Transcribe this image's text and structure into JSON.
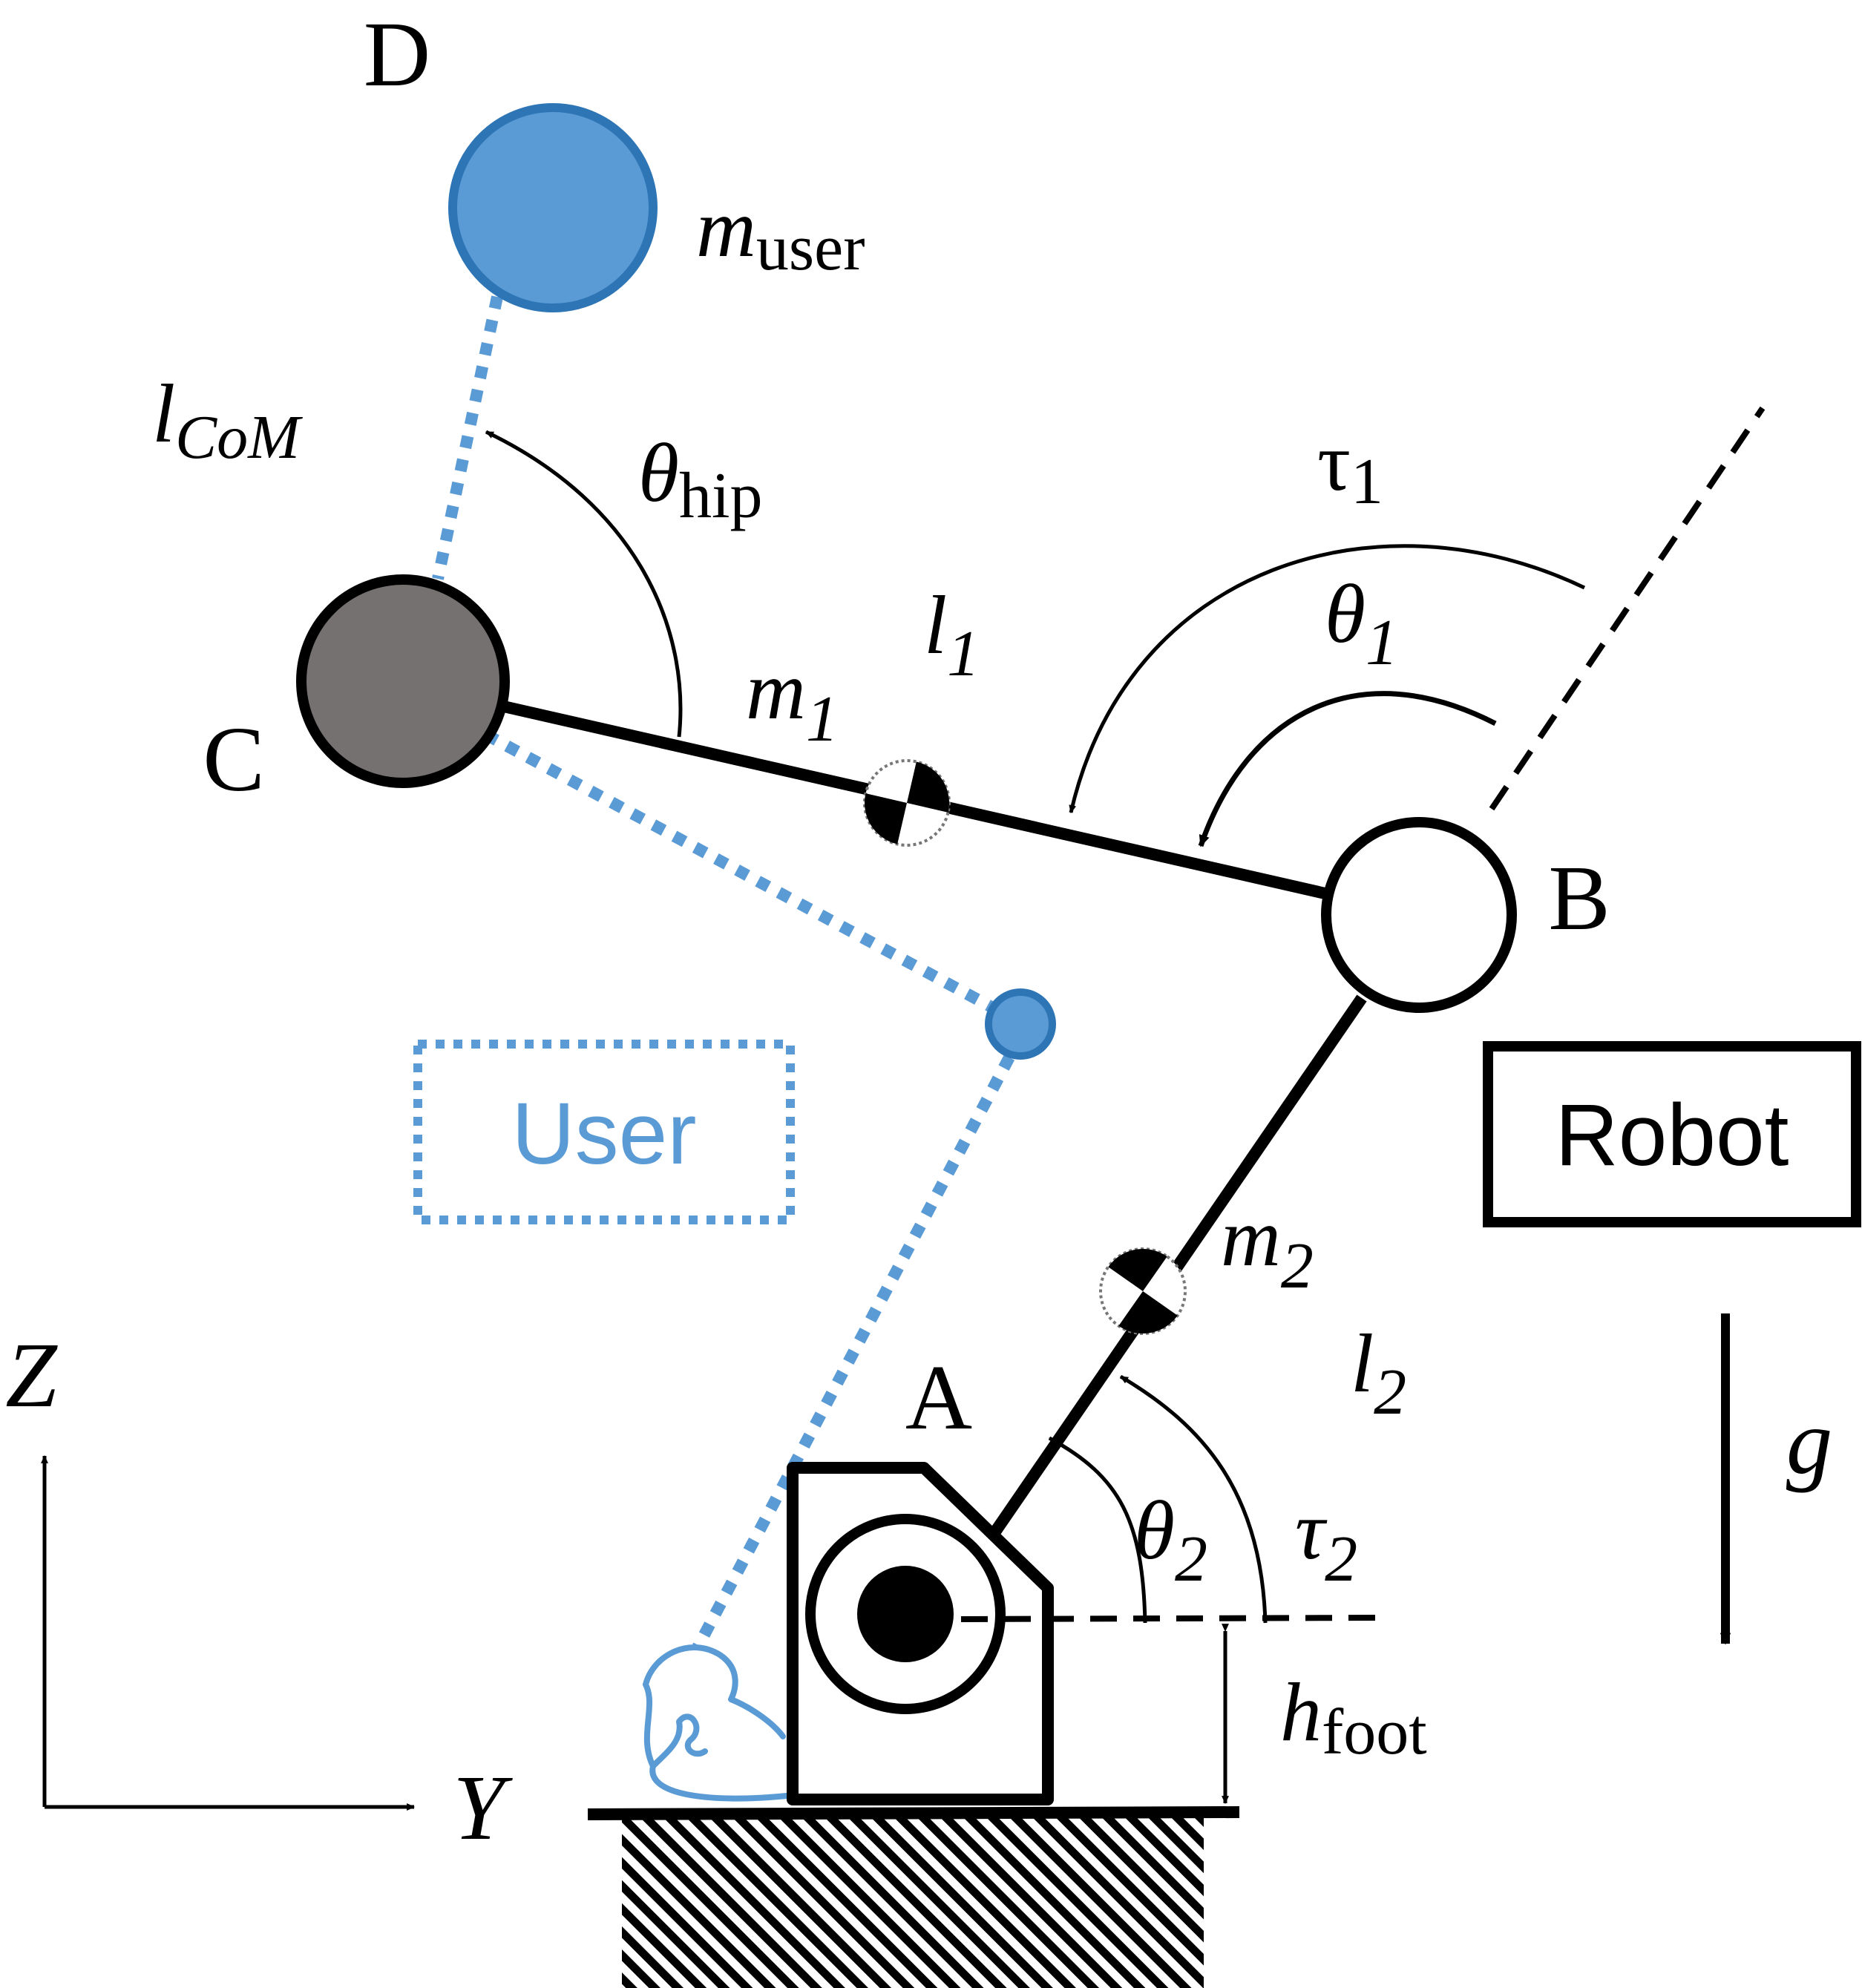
{
  "diagram": {
    "points": {
      "A": "A",
      "B": "B",
      "C": "C",
      "D": "D"
    },
    "labels": {
      "m_user": {
        "main": "m",
        "sub": "user"
      },
      "l_com": {
        "main": "l",
        "sub": "CoM"
      },
      "theta_hip": {
        "main": "θ",
        "sub": "hip"
      },
      "tau1": {
        "main": "τ",
        "sub": "1"
      },
      "theta1": {
        "main": "θ",
        "sub": "1"
      },
      "l1": {
        "main": "l",
        "sub": "1"
      },
      "m1": {
        "main": "m",
        "sub": "1"
      },
      "m2": {
        "main": "m",
        "sub": "2"
      },
      "l2": {
        "main": "l",
        "sub": "2"
      },
      "theta2": {
        "main": "θ",
        "sub": "2"
      },
      "tau2": {
        "main": "τ",
        "sub": "2"
      },
      "h_foot": {
        "main": "h",
        "sub": "foot"
      },
      "g": "g",
      "axis_z": "Z",
      "axis_y": "Y"
    },
    "boxes": {
      "user": "User",
      "robot": "Robot"
    },
    "colors": {
      "user_blue": "#5b9bd5",
      "user_blue_dark": "#2e75b6",
      "hip_gray": "#767171",
      "ink": "#000000"
    }
  }
}
